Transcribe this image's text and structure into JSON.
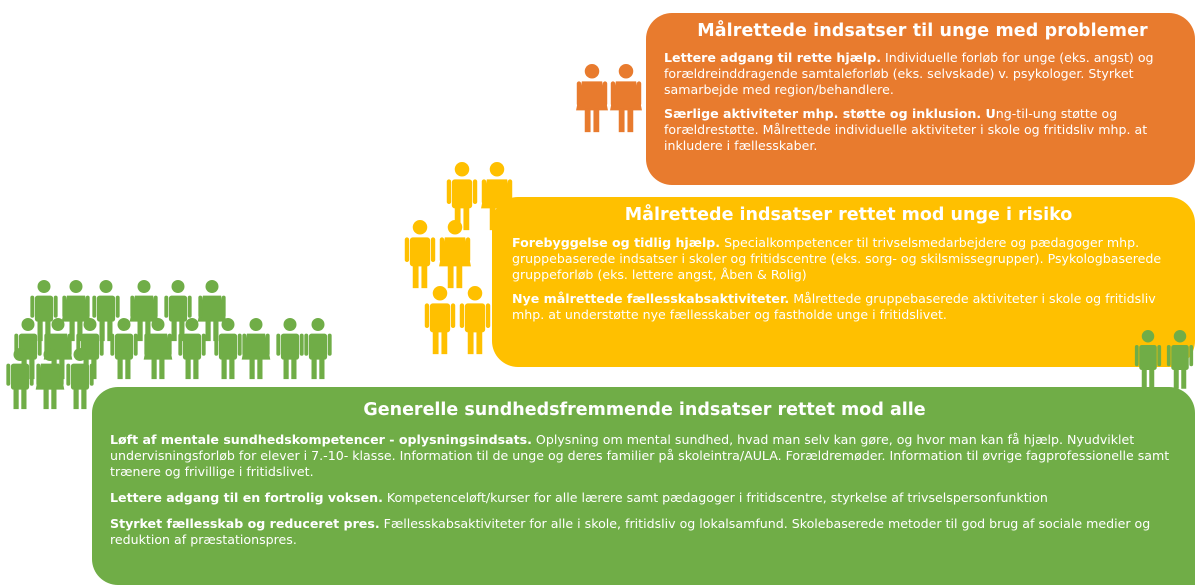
{
  "colors": {
    "top": "#E87B2E",
    "mid": "#FFC000",
    "bottom": "#70AD47"
  },
  "icons": {
    "top_group": "people-icon",
    "mid_group": "people-icon",
    "bottom_group": "people-icon"
  },
  "tiers": {
    "top": {
      "title": "Målrettede indsatser til unge med problemer",
      "items": [
        {
          "bold": "Lettere adgang til rette hjælp.",
          "text": " Individuelle forløb for unge (eks. angst) og forældreinddragende samtaleforløb (eks. selvskade) v. psykologer. Styrket samarbejde med region/behandlere."
        },
        {
          "bold": "Særlige aktiviteter mhp. støtte og inklusion. U",
          "text": "ng-til-ung støtte og forældrestøtte. Målrettede individuelle aktiviteter i skole og fritidsliv mhp. at inkludere i fællesskaber."
        }
      ]
    },
    "mid": {
      "title": "Målrettede indsatser rettet mod unge i risiko",
      "items": [
        {
          "bold": "Forebyggelse og tidlig hjælp.",
          "text": " Specialkompetencer til trivselsmedarbejdere og pædagoger mhp. gruppebaserede indsatser i skoler og fritidscentre (eks. sorg- og skilsmissegrupper). Psykologbaserede gruppeforløb (eks. lettere angst, Åben & Rolig)"
        },
        {
          "bold": "Nye målrettede fællesskabsaktiviteter.",
          "text": " Målrettede gruppebaserede aktiviteter i skole og fritidsliv mhp. at understøtte nye fællesskaber og fastholde unge i fritidslivet."
        }
      ]
    },
    "bottom": {
      "title": "Generelle sundhedsfremmende indsatser rettet mod alle",
      "items": [
        {
          "bold": "Løft af mentale sundhedskompetencer - oplysningsindsats.",
          "text": " Oplysning om mental sundhed, hvad man selv kan gøre, og hvor man kan få hjælp. Nyudviklet undervisningsforløb for elever i 7.-10- klasse. Information til de unge og deres familier på skoleintra/AULA. Forældremøder. Information til øvrige fagprofessionelle samt trænere og frivillige i fritidslivet."
        },
        {
          "bold": "Lettere adgang til en fortrolig voksen.",
          "text": " Kompetenceløft/kurser for alle lærere samt pædagoger i fritidscentre, styrkelse af trivselspersonfunktion"
        },
        {
          "bold": "Styrket fællesskab og reduceret pres.",
          "text": "  Fællesskabsaktiviteter for alle i skole, fritidsliv og lokalsamfund. Skolebaserede metoder til god brug af sociale medier og reduktion af præstationspres."
        }
      ]
    }
  }
}
